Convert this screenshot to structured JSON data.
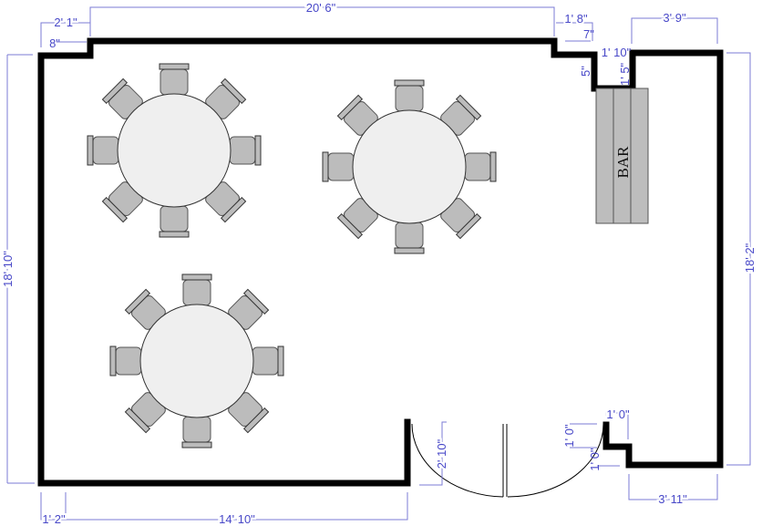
{
  "bar_label": "BAR",
  "dimensions": {
    "top_total": "20' 6\"",
    "top_left_jog": "2' 1\"",
    "top_left_step": "8\"",
    "top_right_jog": "1' 8\"",
    "top_right_step": "7\"",
    "alcove_width": "1' 10\"",
    "alcove_small": "5\"",
    "alcove_depth": "1' 5\"",
    "top_right_segment": "3' 9\"",
    "left_height": "18' 10\"",
    "right_height": "18' 2\"",
    "door_depth": "2' 10\"",
    "door_jamb_width": "1' 0\"",
    "door_jamb_height_1": "1' 0\"",
    "door_jamb_height_2": "1' 0\"",
    "bottom_right_segment": "3' 11\"",
    "bottom_left_small": "1' 2\"",
    "bottom_left_segment": "14' 10\""
  },
  "tables": [
    {
      "name": "table-1",
      "chairs": 8
    },
    {
      "name": "table-2",
      "chairs": 8
    },
    {
      "name": "table-3",
      "chairs": 8
    }
  ],
  "colors": {
    "wall": "#000000",
    "dimension": "#4848c8",
    "table": "#efefef",
    "chair": "#bcbcbc",
    "bar": "#bdbdbd"
  }
}
